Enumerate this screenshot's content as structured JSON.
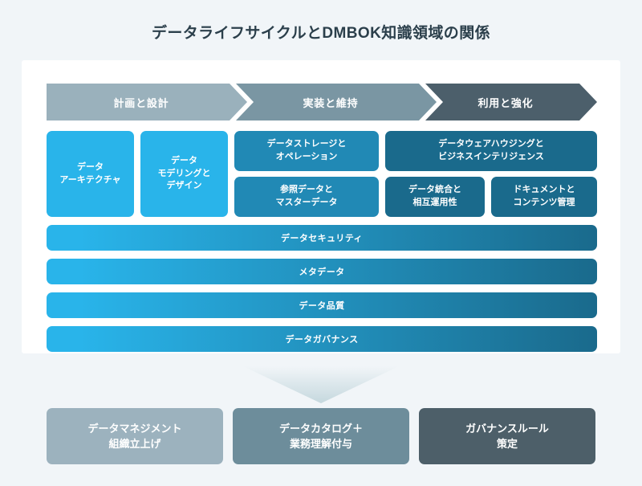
{
  "title": "データライフサイクルとDMBOK知識領域の関係",
  "colors": {
    "page_background": "#f1f5f8",
    "card_background": "#ffffff",
    "title_text": "#2b3f4b",
    "stage_1": "#9ab1bc",
    "stage_2": "#7a96a3",
    "stage_3": "#4c5f6b",
    "box_cyan": "#29b4ea",
    "box_blue": "#2189b5",
    "box_teal": "#1a6a8c",
    "bar_gradient_start": "#29b4ea",
    "bar_gradient_end": "#1a6a8c",
    "arrow": "#c5d8de",
    "outcome_1": "#9cb2be",
    "outcome_2": "#6d8d9b",
    "outcome_3": "#4d5f69"
  },
  "lifecycle": {
    "stages": [
      {
        "label": "計画と設計"
      },
      {
        "label": "実装と維持"
      },
      {
        "label": "利用と強化"
      }
    ]
  },
  "knowledge_areas": {
    "architecture": "データ\nアーキテクチャ",
    "modeling": "データ\nモデリングと\nデザイン",
    "storage": "データストレージと\nオペレーション",
    "reference": "参照データと\nマスターデータ",
    "warehousing": "データウェアハウジングと\nビジネスインテリジェンス",
    "integration": "データ統合と\n相互運用性",
    "document": "ドキュメントと\nコンテンツ管理"
  },
  "cross_cutting_bars": [
    {
      "label": "データセキュリティ"
    },
    {
      "label": "メタデータ"
    },
    {
      "label": "データ品質"
    },
    {
      "label": "データガバナンス"
    }
  ],
  "outcomes": [
    {
      "label": "データマネジメント\n組織立上げ"
    },
    {
      "label": "データカタログ＋\n業務理解付与"
    },
    {
      "label": "ガバナンスルール\n策定"
    }
  ]
}
